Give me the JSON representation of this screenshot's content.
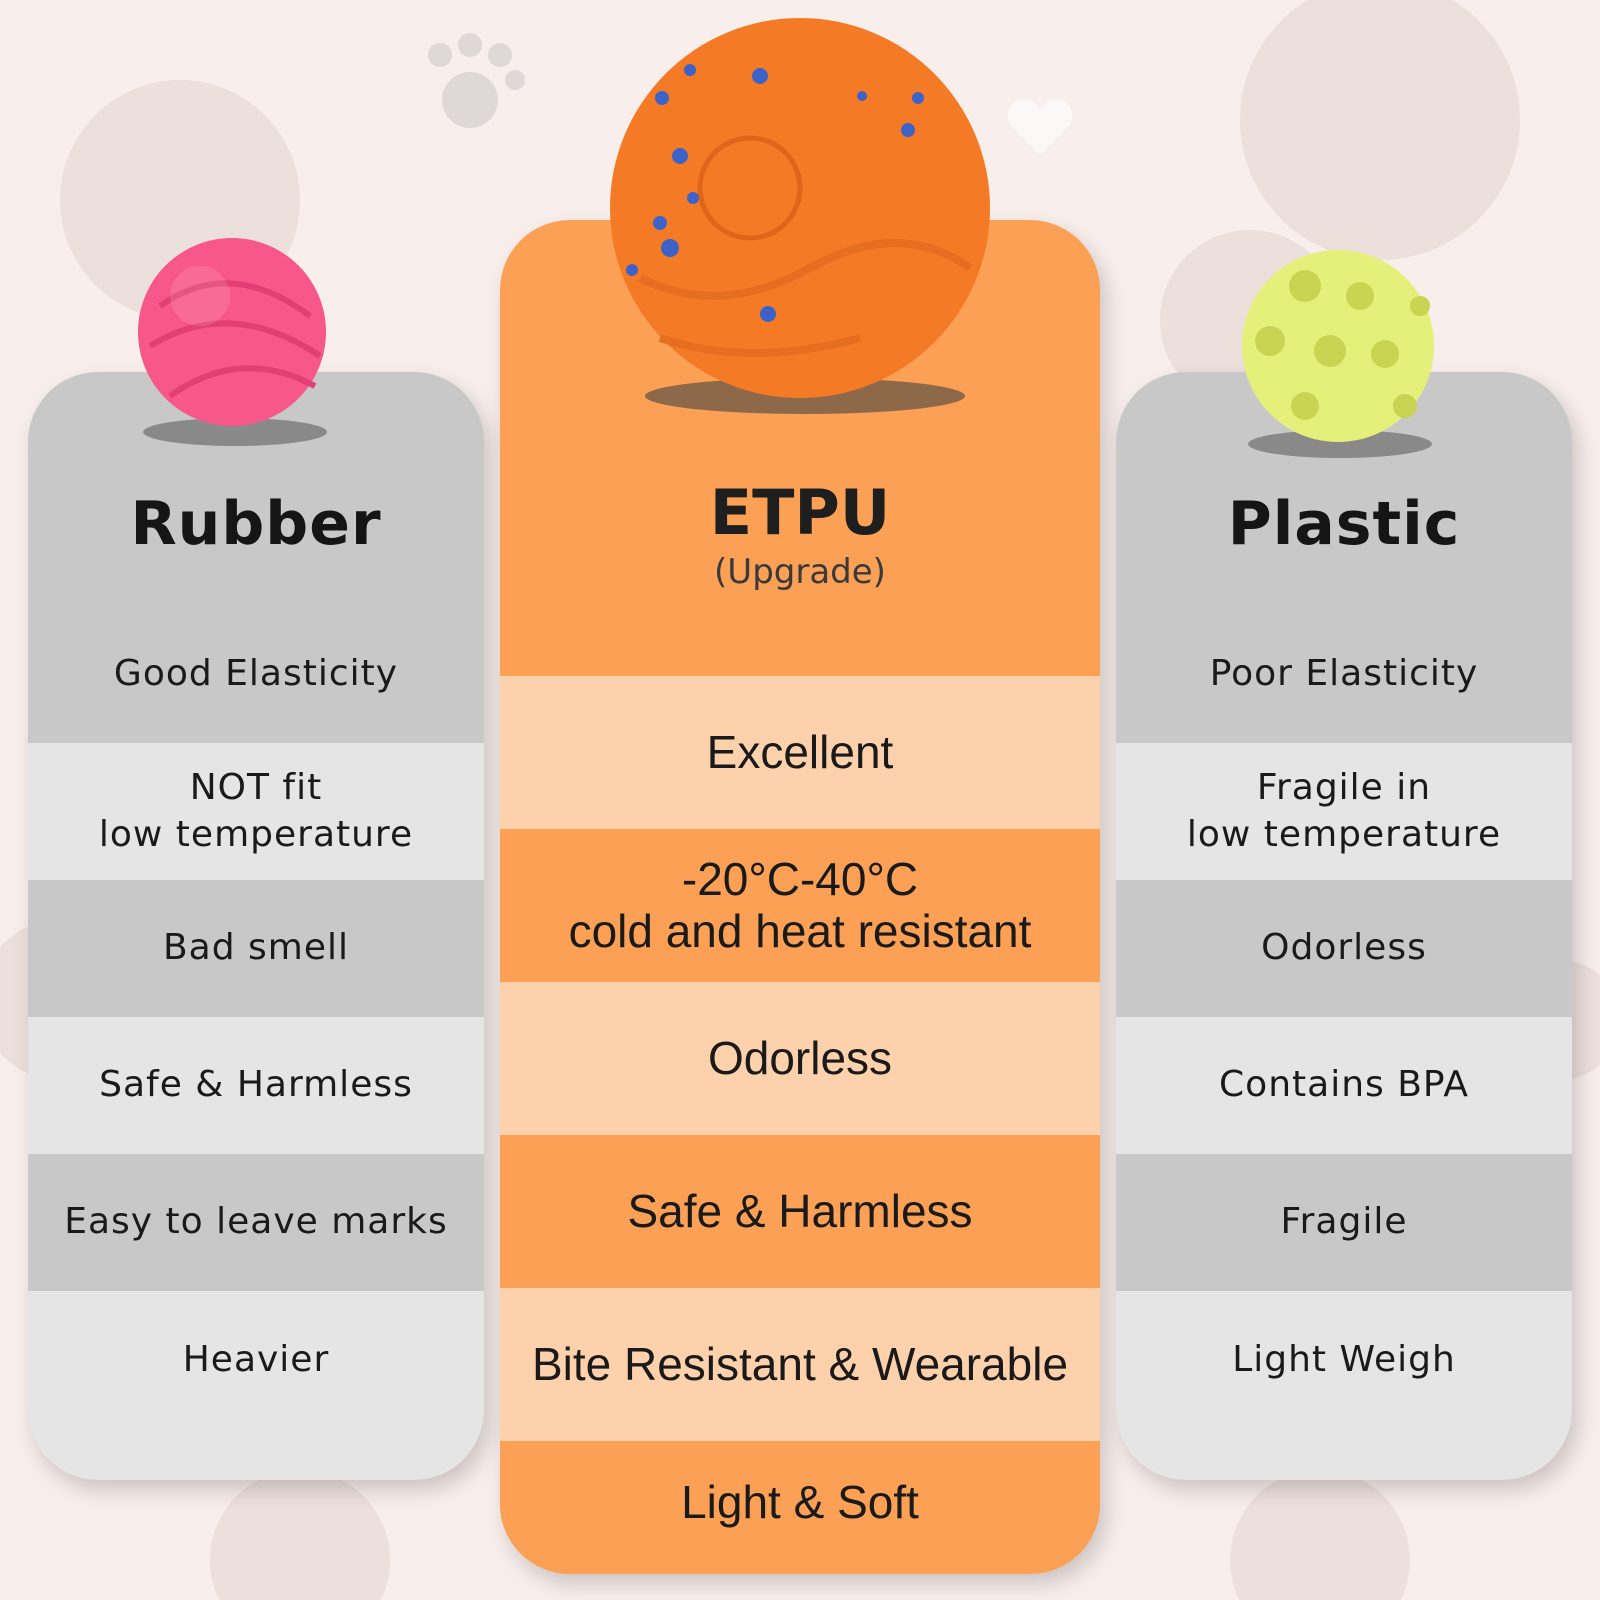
{
  "colors": {
    "background": "#f8eeec",
    "side_panel": "#c8c8c8",
    "side_row_light": "#e6e5e6",
    "middle_panel": "#fba054",
    "middle_row_light": "#fdd1ab",
    "rubber_ball": "#f7578a",
    "etpu_ball": "#f57a26",
    "plastic_ball": "#e4f07a"
  },
  "rubber": {
    "title": "Rubber",
    "rows": [
      "Good Elasticity",
      "NOT fit\nlow temperature",
      "Bad smell",
      "Safe & Harmless",
      "Easy to leave marks",
      "Heavier"
    ]
  },
  "etpu": {
    "title": "ETPU",
    "subtitle": "(Upgrade)",
    "rows": [
      "Excellent",
      "-20°C-40°C\ncold and heat resistant",
      "Odorless",
      "Safe & Harmless",
      "Bite Resistant & Wearable",
      "Light & Soft"
    ]
  },
  "plastic": {
    "title": "Plastic",
    "rows": [
      "Poor Elasticity",
      "Fragile in\nlow temperature",
      "Odorless",
      "Contains BPA",
      "Fragile",
      "Light Weigh"
    ]
  }
}
